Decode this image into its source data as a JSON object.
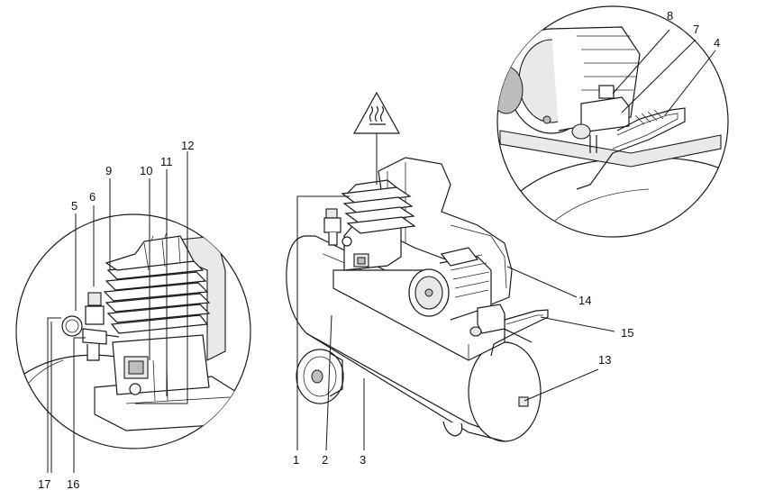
{
  "diagram": {
    "warning_sign": "hot-surface-warning-icon",
    "callouts": [
      {
        "id": "c1",
        "text": "1"
      },
      {
        "id": "c2",
        "text": "2"
      },
      {
        "id": "c3",
        "text": "3"
      },
      {
        "id": "c4",
        "text": "4"
      },
      {
        "id": "c5",
        "text": "5"
      },
      {
        "id": "c6",
        "text": "6"
      },
      {
        "id": "c7",
        "text": "7"
      },
      {
        "id": "c8",
        "text": "8"
      },
      {
        "id": "c9",
        "text": "9"
      },
      {
        "id": "c10",
        "text": "10"
      },
      {
        "id": "c11",
        "text": "11"
      },
      {
        "id": "c12",
        "text": "12"
      },
      {
        "id": "c13",
        "text": "13"
      },
      {
        "id": "c14",
        "text": "14"
      },
      {
        "id": "c15",
        "text": "15"
      },
      {
        "id": "c16",
        "text": "16"
      },
      {
        "id": "c17",
        "text": "17"
      }
    ]
  }
}
